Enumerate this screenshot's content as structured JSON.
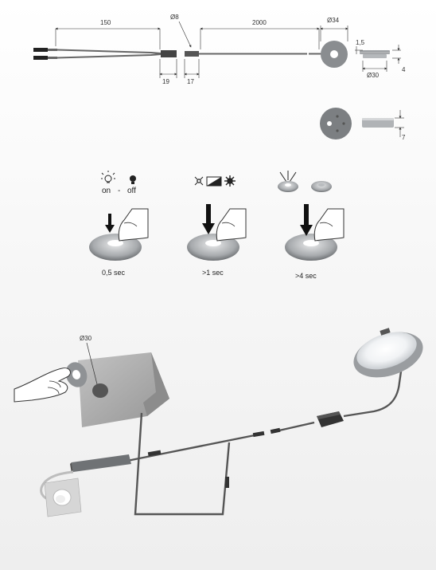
{
  "dimensions": {
    "cable_end_length": "150",
    "sensor_diameter_small": "Ø8",
    "cable_length": "2000",
    "sensor_outer_diameter": "Ø34",
    "plug_length": "19",
    "sleeve_length": "17",
    "flange_thickness": "1,5",
    "body_height": "4",
    "cutout_diameter": "Ø30",
    "housing_height": "7"
  },
  "touch_modes": {
    "mode1": {
      "on_label": "on",
      "separator": "-",
      "off_label": "off",
      "duration": "0,5 sec"
    },
    "mode2": {
      "duration": ">1 sec"
    },
    "mode3": {
      "duration": ">4 sec"
    }
  },
  "installation": {
    "cutout_label": "Ø30"
  },
  "colors": {
    "line": "#333333",
    "cable": "#555555",
    "metal": "#b9bcbf",
    "metal_dark": "#8a8d90",
    "panel": "#a9a9a9"
  }
}
